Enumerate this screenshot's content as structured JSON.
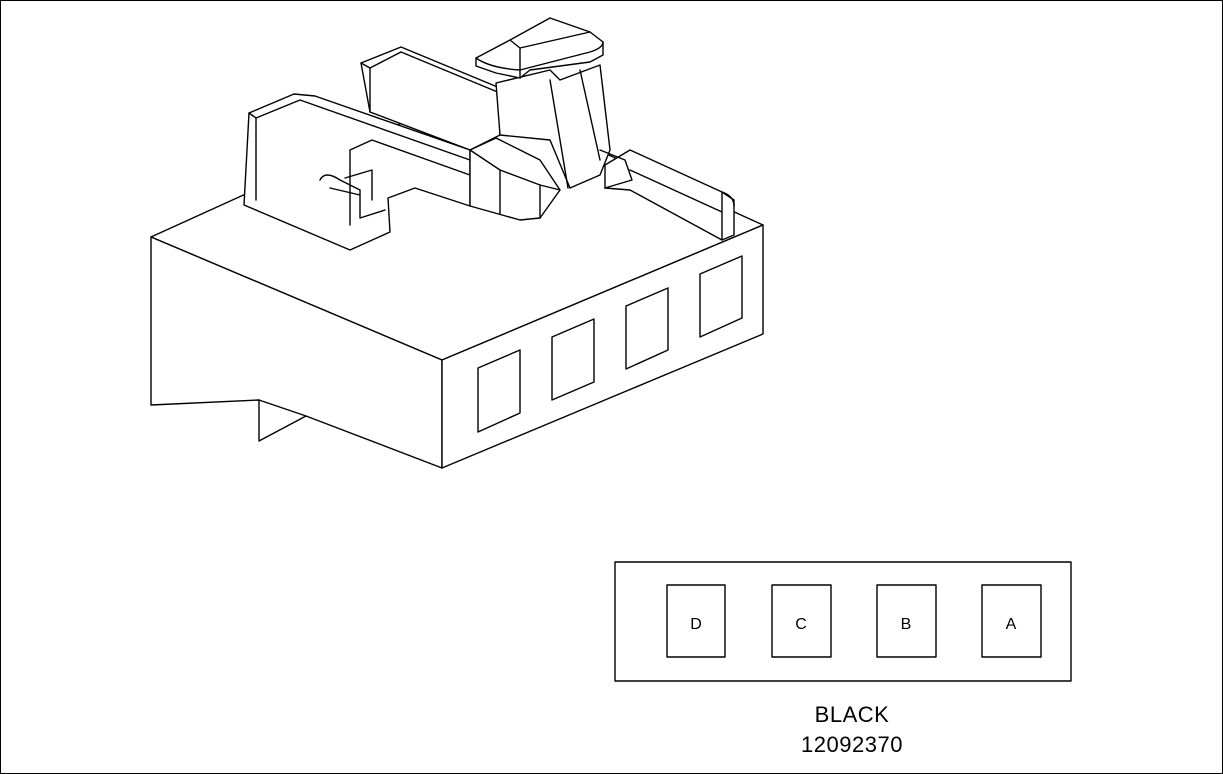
{
  "connector": {
    "color_label": "BLACK",
    "part_number": "12092370",
    "pins": [
      {
        "label": "D"
      },
      {
        "label": "C"
      },
      {
        "label": "B"
      },
      {
        "label": "A"
      }
    ]
  },
  "colors": {
    "line": "#000000",
    "background": "#ffffff"
  }
}
